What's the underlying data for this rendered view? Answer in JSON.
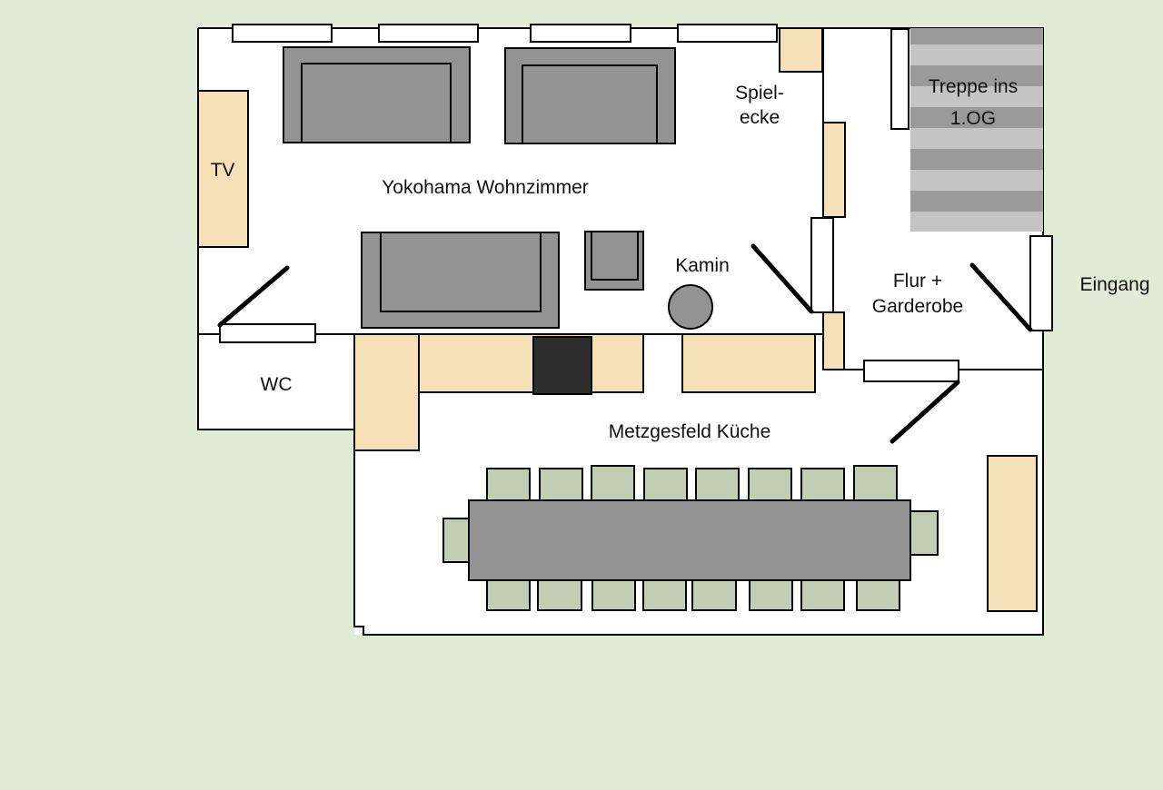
{
  "colors": {
    "background": "#e1ecd6",
    "floor": "#ffffff",
    "wall": "#000000",
    "sofa": "#939393",
    "cabinet": "#f5e0b7",
    "chair": "#c3cdb3",
    "stove": "#2e2e2e",
    "stair_dark": "#9a9a9a",
    "stair_light": "#c4c4c4"
  },
  "rooms": {
    "living": "Yokohama Wohnzimmer",
    "play_corner_line1": "Spiel-",
    "play_corner_line2": "ecke",
    "hall_line1": "Flur +",
    "hall_line2": "Garderobe",
    "kitchen": "Metzgesfeld Küche",
    "wc": "WC"
  },
  "labels": {
    "tv": "TV",
    "fireplace": "Kamin",
    "stairs_line1": "Treppe ins",
    "stairs_line2": "1.OG",
    "entrance": "Eingang"
  }
}
